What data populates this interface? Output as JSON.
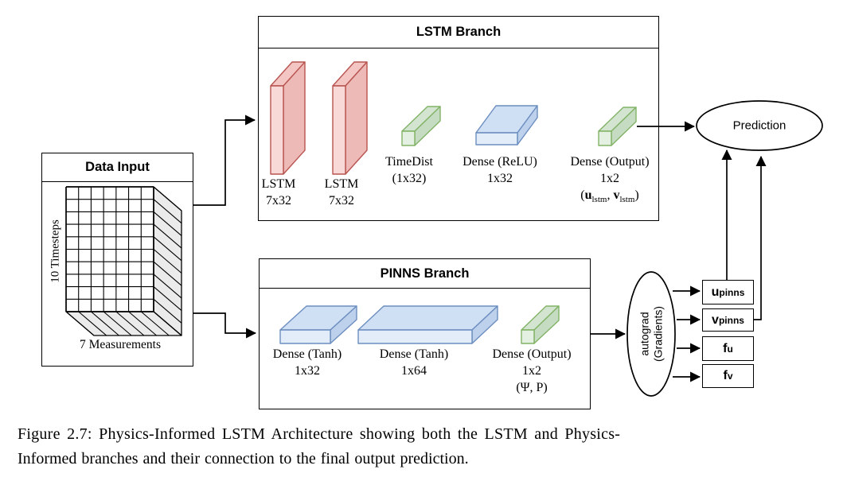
{
  "data_input": {
    "title": "Data Input",
    "y_axis_label": "10 Timesteps",
    "x_axis_label": "7 Measurements",
    "grid_rows": 10,
    "grid_cols": 7
  },
  "lstm_branch": {
    "title": "LSTM Branch",
    "layers": [
      {
        "name": "LSTM",
        "size": "7x32"
      },
      {
        "name": "LSTM",
        "size": "7x32"
      },
      {
        "name": "TimeDist",
        "size": "(1x32)"
      },
      {
        "name": "Dense (ReLU)",
        "size": "1x32"
      },
      {
        "name": "Dense (Output)",
        "size": "1x2"
      }
    ],
    "output_tuple": {
      "open": "(",
      "u": "u",
      "u_sub": "lstm",
      "comma": ", ",
      "v": "v",
      "v_sub": "lstm",
      "close": ")"
    }
  },
  "pinns_branch": {
    "title": "PINNS Branch",
    "layers": [
      {
        "name": "Dense (Tanh)",
        "size": "1x32"
      },
      {
        "name": "Dense (Tanh)",
        "size": "1x64"
      },
      {
        "name": "Dense (Output)",
        "size": "1x2",
        "outputs": "(Ψ, P)"
      }
    ]
  },
  "prediction_label": "Prediction",
  "autograd": {
    "line1": "autograd",
    "line2": "(Gradients)"
  },
  "outputs": [
    {
      "base": "u",
      "sub": "pinns"
    },
    {
      "base": "v",
      "sub": "pinns"
    },
    {
      "base": "f",
      "sub": "u"
    },
    {
      "base": "f",
      "sub": "v"
    }
  ],
  "caption": {
    "line1": "Figure 2.7:  Physics-Informed LSTM Architecture showing both the LSTM and Physics-",
    "line2": "Informed branches and their connection to the final output prediction."
  },
  "colors": {
    "red_front": "#f9d9d7",
    "red_top": "#f3c6c3",
    "red_side": "#eebab7",
    "red_stroke": "#b85450",
    "blue_front": "#e3ecf9",
    "blue_top": "#cfdff4",
    "blue_side": "#bdd0ec",
    "blue_stroke": "#6c8ebf",
    "green_front": "#e4f0e2",
    "green_top": "#d3e5d1",
    "green_side": "#c5dcc3",
    "green_stroke": "#82b366",
    "cube_face": "#ebebeb"
  }
}
